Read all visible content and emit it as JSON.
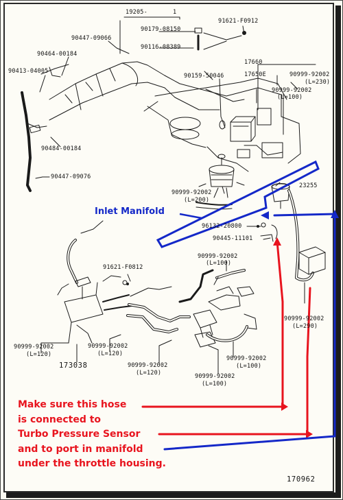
{
  "diagram": {
    "callout_label": "Inlet Manifold",
    "note_lines": [
      "Make sure this hose",
      "is connected to",
      "Turbo Pressure Sensor",
      "and to port in manifold",
      "under the throttle housing."
    ],
    "figure_number": "170962",
    "colors": {
      "callout": "#1428c8",
      "note": "#e8141e",
      "ink": "#111111"
    },
    "part_numbers": {
      "p19205": "19205-",
      "p1": "1",
      "p90179": "90179-08150",
      "p90116": "90116-08389",
      "p91621_top": "91621-F0912",
      "p90447_top": "90447-09066",
      "p90464": "90464-00184",
      "p90413": "90413-04005",
      "p90484": "90484-00184",
      "p90447_bot": "90447-09076",
      "p17660": "17660",
      "p17650E": "17650E",
      "p90159": "90159-50046",
      "p90999_l230": "90999-92002",
      "l230": "(L=230)",
      "p90999_l100a": "90999-92002",
      "l100a": "(L=100)",
      "p23255": "23255",
      "p90999_l200": "90999-92002",
      "l200": "(L=200)",
      "p96132": "96132-20800",
      "p90445": "90445-11101",
      "p91621_mid": "91621-F0812",
      "p90999_l100b": "90999-92002",
      "l100b": "(L=100)",
      "p90999_l290": "90999-92002",
      "l290": "(L=290)",
      "p90999_l120a": "90999-92002",
      "l120a": "(L=120)",
      "p90999_l120b": "90999-92002",
      "l120b": "(L=120)",
      "p90999_l120c": "90999-92002",
      "l120c": "(L=120)",
      "p90999_l100c": "90999-92002",
      "l100c": "(L=100)",
      "p90999_l100d": "90999-92002",
      "l100d": "(L=100)",
      "p173038": "173038"
    }
  }
}
